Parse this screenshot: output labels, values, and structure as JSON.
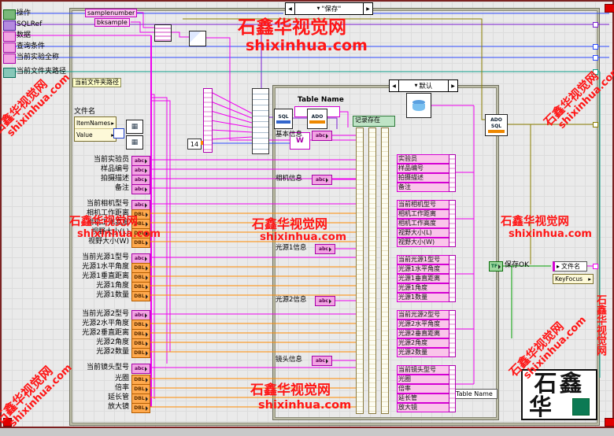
{
  "watermark": {
    "cn": "石鑫华视觉网",
    "en": "shixinhua.com"
  },
  "outer_case": {
    "selector": "\"保存\""
  },
  "inner_case": {
    "selector": "默认",
    "label": "记录存在"
  },
  "top_labels": {
    "a": "samplenumber",
    "b": "bksample"
  },
  "left_terminals": [
    {
      "label": "操作",
      "type": "enum"
    },
    {
      "label": "SQLRef",
      "type": "ref"
    },
    {
      "label": "数据",
      "type": "str"
    },
    {
      "label": "查询条件",
      "type": "str"
    },
    {
      "label": "当前实验全称",
      "type": "str"
    },
    {
      "label": "当前文件夹路径",
      "type": "path"
    }
  ],
  "framed_label": "当前文件夹路径",
  "property_node": {
    "label": "文件名",
    "items": [
      "ItemNames",
      "Value"
    ]
  },
  "constants": {
    "num": "14"
  },
  "table_name": {
    "label": "Table Name"
  },
  "left_rows": [
    {
      "label": "当前实验员",
      "type": "abc"
    },
    {
      "label": "样品编号",
      "type": "abc"
    },
    {
      "label": "拍摄描述",
      "type": "abc"
    },
    {
      "label": "备注",
      "type": "abc"
    },
    {
      "label": "当前相机型号",
      "type": "abc"
    },
    {
      "label": "相机工作距离",
      "type": "dbl"
    },
    {
      "label": "相机工作高度",
      "type": "dbl"
    },
    {
      "label": "视野大小(L)",
      "type": "dbl"
    },
    {
      "label": "视野大小(W)",
      "type": "dbl"
    },
    {
      "label": "当前光源1型号",
      "type": "abc"
    },
    {
      "label": "光源1水平角度",
      "type": "dbl"
    },
    {
      "label": "光源1垂直距离",
      "type": "dbl"
    },
    {
      "label": "光源1角度",
      "type": "dbl"
    },
    {
      "label": "光源1数量",
      "type": "dbl"
    },
    {
      "label": "当前光源2型号",
      "type": "abc"
    },
    {
      "label": "光源2水平角度",
      "type": "dbl"
    },
    {
      "label": "光源2垂直距离",
      "type": "dbl"
    },
    {
      "label": "光源2角度",
      "type": "dbl"
    },
    {
      "label": "光源2数量",
      "type": "dbl"
    },
    {
      "label": "当前镜头型号",
      "type": "abc"
    },
    {
      "label": "光圈",
      "type": "dbl"
    },
    {
      "label": "倍率",
      "type": "dbl"
    },
    {
      "label": "延长管",
      "type": "dbl"
    },
    {
      "label": "放大镜",
      "type": "dbl"
    }
  ],
  "section_labels": [
    "基本信息",
    "相机信息",
    "光源1信息",
    "光源2信息",
    "镜头信息"
  ],
  "right_boxes": [
    "实验员",
    "样品编号",
    "拍摄描述",
    "备注",
    "当前相机型号",
    "相机工作距离",
    "相机工作高度",
    "视野大小(L)",
    "视野大小(W)",
    "当前光源1型号",
    "光源1水平角度",
    "光源1垂直距离",
    "光源1角度",
    "光源1数量",
    "当前光源2型号",
    "光源2水平角度",
    "光源2垂直距离",
    "光源2角度",
    "光源2数量",
    "当前镜头型号",
    "光圈",
    "倍率",
    "延长管",
    "放大镜"
  ],
  "right_side": {
    "save_ok": "保存OK",
    "file_local": "文件名",
    "keyfocus": "KeyFocus"
  },
  "icons": {
    "sql": "SQL",
    "ado": "ADO"
  },
  "bottom": {
    "table_local": "Table Name"
  },
  "logo": {
    "top": "石鑫",
    "bottom": "华"
  },
  "glyphs": {
    "abc": "abc",
    "dbl": "DBL",
    "tf": "TF",
    "left": "◀",
    "right": "▶",
    "down": "▼",
    "item": "▸",
    "w": "W",
    "grid": "▦"
  }
}
